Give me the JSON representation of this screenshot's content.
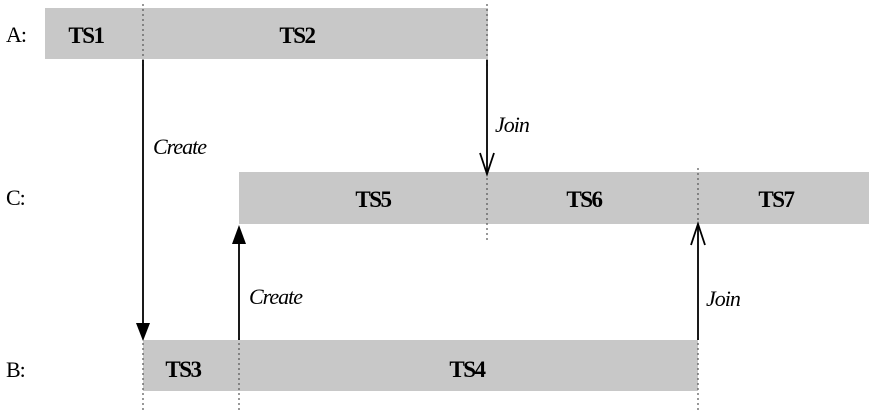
{
  "rows": {
    "a": {
      "label": "A:"
    },
    "c": {
      "label": "C:"
    },
    "b": {
      "label": "B:"
    }
  },
  "segments": {
    "ts1": "TS1",
    "ts2": "TS2",
    "ts3": "TS3",
    "ts4": "TS4",
    "ts5": "TS5",
    "ts6": "TS6",
    "ts7": "TS7"
  },
  "arrows": {
    "create_a_to_b": "Create",
    "create_b_to_c": "Create",
    "join_a_to_c": "Join",
    "join_b_to_c": "Join"
  }
}
